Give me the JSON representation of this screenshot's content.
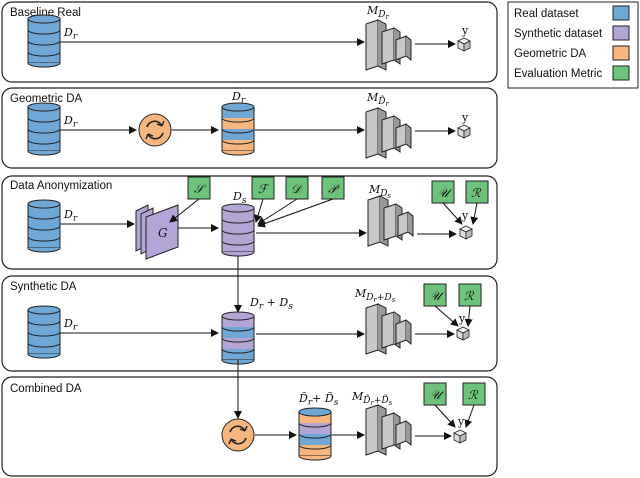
{
  "panels": [
    {
      "title": "Baseline Real"
    },
    {
      "title": "Geometric DA"
    },
    {
      "title": "Data Anonymization"
    },
    {
      "title": "Synthetic DA"
    },
    {
      "title": "Combined DA"
    }
  ],
  "legend": {
    "items": [
      {
        "label": "Real dataset",
        "color": "#6fa8d6"
      },
      {
        "label": "Synthetic dataset",
        "color": "#b3a6d6"
      },
      {
        "label": "Geometric DA",
        "color": "#f7b67e"
      },
      {
        "label": "Evaluation Metric",
        "color": "#6cc47a"
      }
    ]
  },
  "labels": {
    "dr": "D",
    "dr_sub": "r",
    "ds": "D",
    "ds_sub": "s",
    "generator": "G",
    "y": "y",
    "m": "M",
    "sum_plus": "+",
    "metric_S": "𝒮",
    "metric_F": "ℱ",
    "metric_D": "𝒟",
    "metric_P": "𝒫",
    "metric_U": "𝒰",
    "metric_R": "ℛ"
  },
  "colors": {
    "real": "#6fa8d6",
    "synthetic": "#b3a6d6",
    "geometric": "#f7b67e",
    "metric": "#6cc47a",
    "stroke": "#222222"
  }
}
